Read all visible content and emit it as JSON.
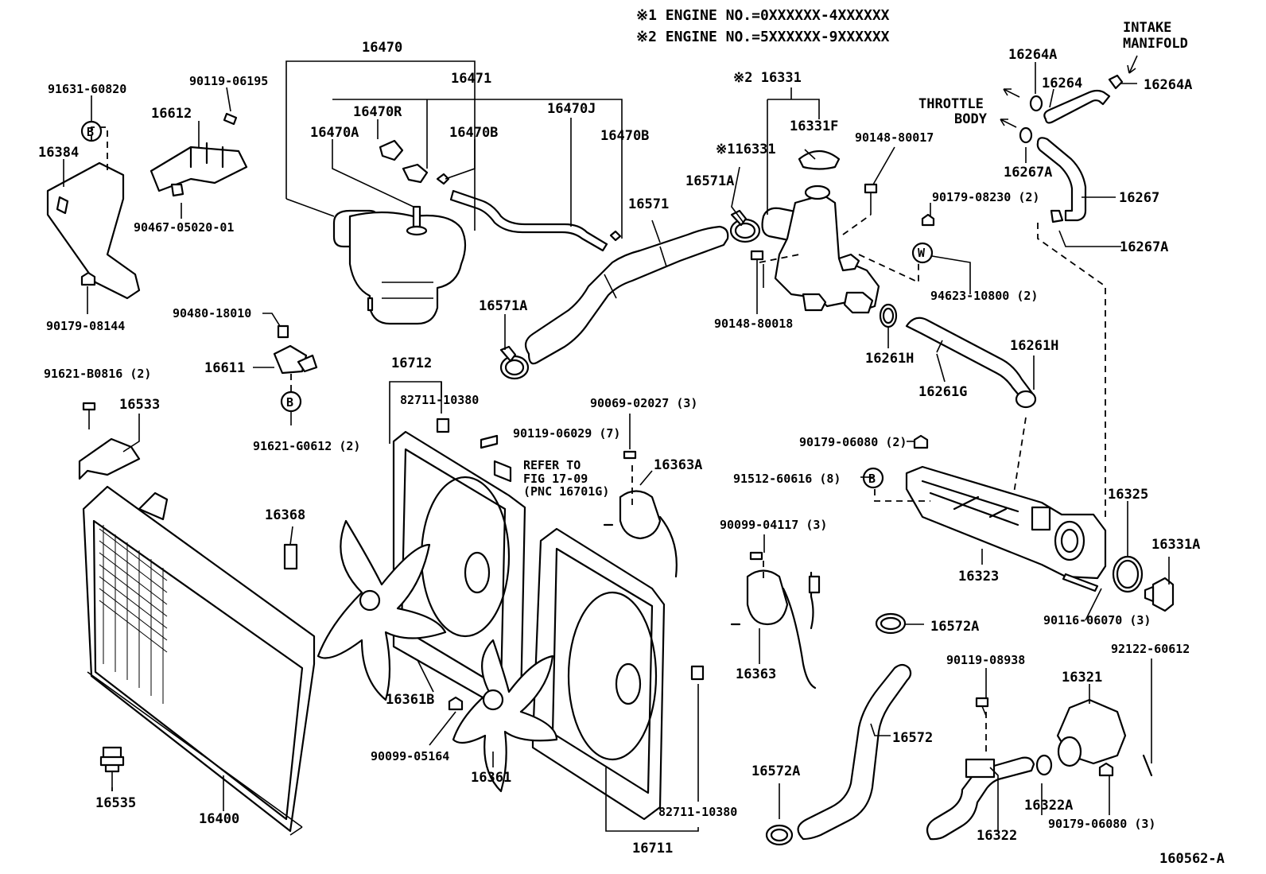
{
  "notes": {
    "engine_no_1": "※1 ENGINE NO.=0XXXXXX-4XXXXXX",
    "engine_no_2": "※2 ENGINE NO.=5XXXXXX-9XXXXXX",
    "intake_manifold_1": "INTAKE",
    "intake_manifold_2": "MANIFOLD",
    "throttle_body_1": "THROTTLE",
    "throttle_body_2": "BODY",
    "refer_1": "REFER TO",
    "refer_2": "FIG 17-09",
    "refer_3": "(PNC 16701G)",
    "figure_id": "160562-A"
  },
  "markers": {
    "b": "B",
    "w": "W"
  },
  "part_labels": {
    "p16470": "16470",
    "p16471": "16471",
    "p16470R": "16470R",
    "p16470A": "16470A",
    "p16470B_1": "16470B",
    "p16470J": "16470J",
    "p16470B_2": "16470B",
    "p91631_60820": "91631-60820",
    "p90119_06195": "90119-06195",
    "p16612": "16612",
    "p16384": "16384",
    "p90467_05020_01": "90467-05020-01",
    "p90179_08144": "90179-08144",
    "p90480_18010": "90480-18010",
    "p16611": "16611",
    "p91621_B0816": "91621-B0816 (2)",
    "p16533": "16533",
    "p91621_G0612": "91621-G0612 (2)",
    "p16331_2": "※2 16331",
    "p16331F": "16331F",
    "p16331_1": "※116331",
    "p90148_80017": "90148-80017",
    "p16571A_1": "16571A",
    "p16571": "16571",
    "p16571A_2": "16571A",
    "p90179_08230": "90179-08230 (2)",
    "p94623_10800": "94623-10800 (2)",
    "p90148_80018": "90148-80018",
    "p16261H_1": "16261H",
    "p16261H_2": "16261H",
    "p16261G": "16261G",
    "p16264A_1": "16264A",
    "p16264": "16264",
    "p16264A_2": "16264A",
    "p16267A_1": "16267A",
    "p16267": "16267",
    "p16267A_2": "16267A",
    "p16712": "16712",
    "p82711_10380_1": "82711-10380",
    "p90119_06029": "90119-06029 (7)",
    "p90069_02027": "90069-02027 (3)",
    "p16363A": "16363A",
    "p90179_06080_1": "90179-06080 (2)",
    "p91512_60616": "91512-60616 (8)",
    "p16325": "16325",
    "p16323": "16323",
    "p16331A": "16331A",
    "p90116_06070": "90116-06070 (3)",
    "p16368": "16368",
    "p90099_04117": "90099-04117 (3)",
    "p16363": "16363",
    "p16572A_1": "16572A",
    "p16572": "16572",
    "p16572A_2": "16572A",
    "p92122_60612": "92122-60612",
    "p90119_08938": "90119-08938",
    "p16321": "16321",
    "p16322A": "16322A",
    "p16322": "16322",
    "p90179_06080_2": "90179-06080 (3)",
    "p16361B": "16361B",
    "p90099_05164": "90099-05164",
    "p16361": "16361",
    "p82711_10380_2": "82711-10380",
    "p16711": "16711",
    "p16535": "16535",
    "p16400": "16400"
  }
}
